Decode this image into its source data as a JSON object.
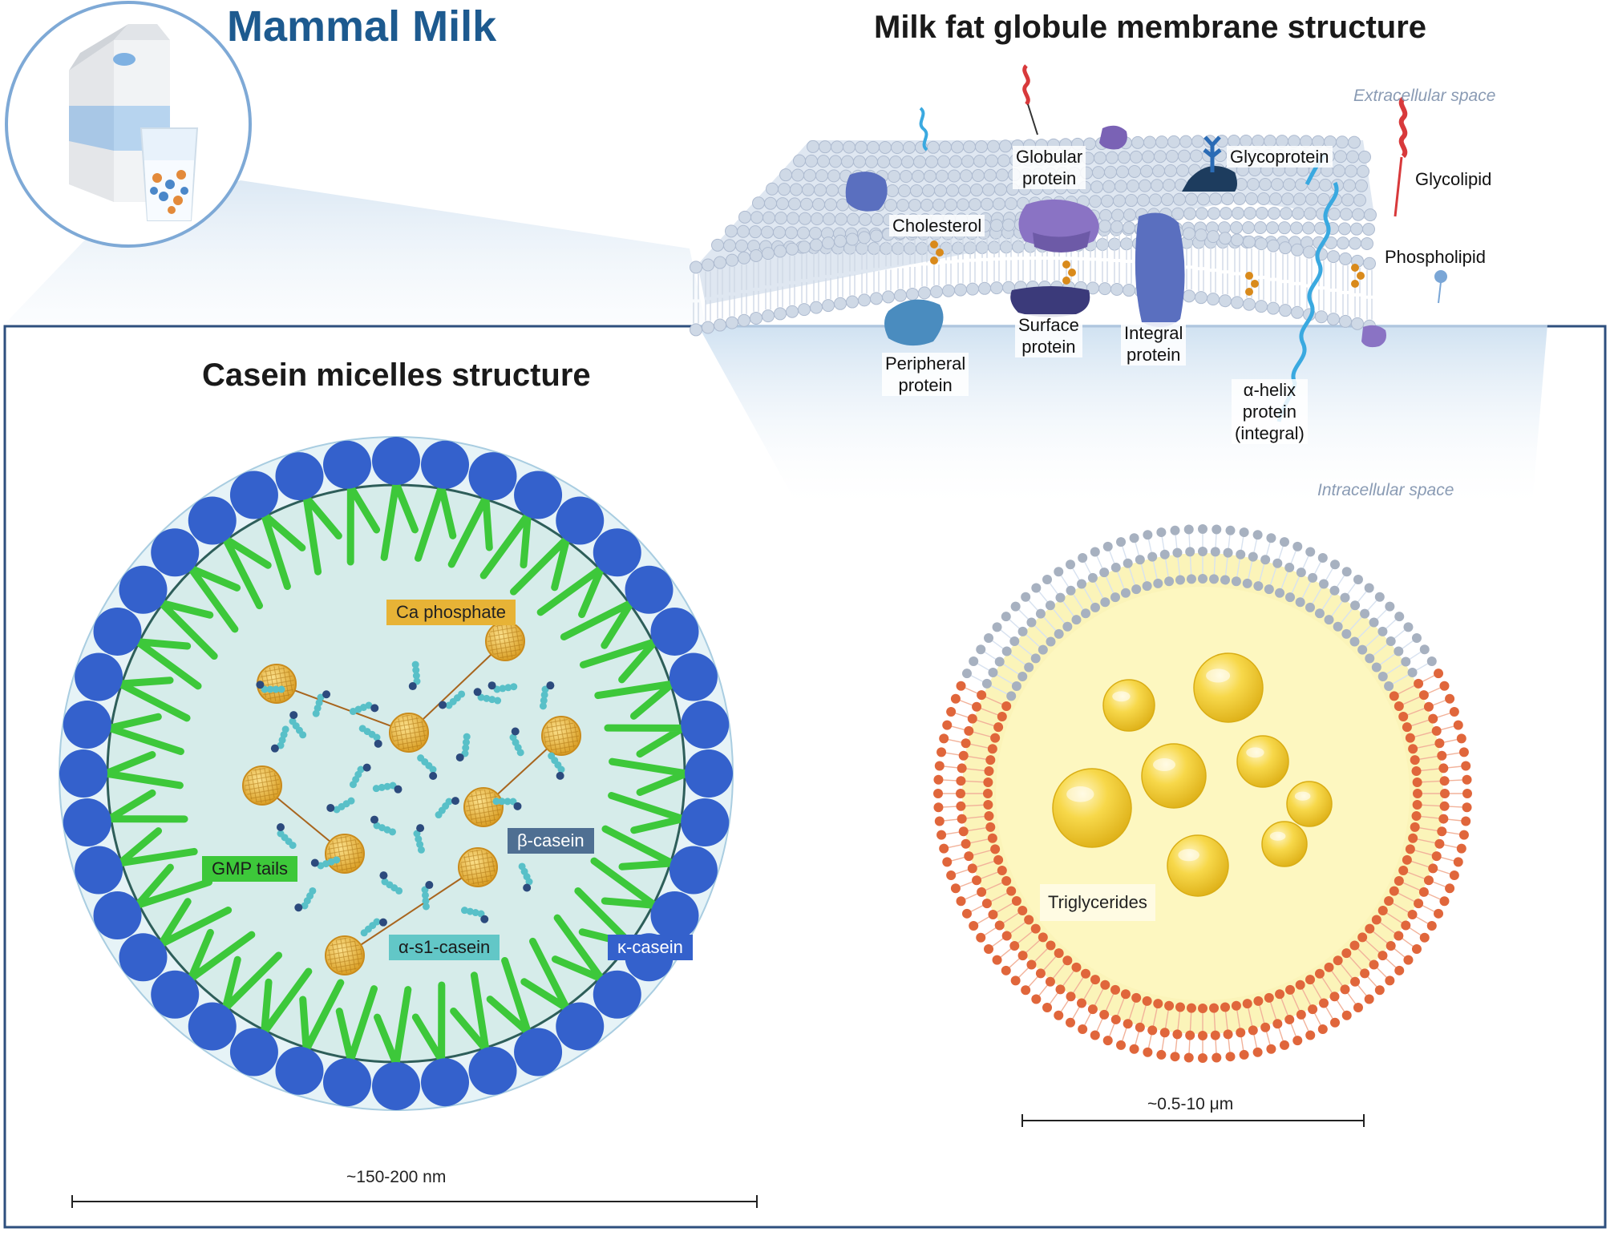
{
  "titles": {
    "mammal_milk": "Mammal Milk",
    "membrane": "Milk fat globule membrane structure",
    "casein": "Casein micelles structure"
  },
  "membrane_labels": {
    "extracellular": "Extracellular space",
    "intracellular": "Intracellular space",
    "globular_protein": "Globular\nprotein",
    "glycoprotein": "Glycoprotein",
    "glycolipid": "Glycolipid",
    "cholesterol": "Cholesterol",
    "phospholipid": "Phospholipid",
    "peripheral_protein": "Peripheral\nprotein",
    "surface_protein": "Surface\nprotein",
    "integral_protein": "Integral\nprotein",
    "alpha_helix_protein": "α-helix\nprotein\n(integral)"
  },
  "casein_labels": {
    "ca_phosphate": "Ca phosphate",
    "beta_casein": "β-casein",
    "gmp_tails": "GMP tails",
    "alpha_s1_casein": "α-s1-casein",
    "kappa_casein": "κ-casein"
  },
  "globule_labels": {
    "triglycerides": "Triglycerides"
  },
  "scales": {
    "casein": "~150-200 nm",
    "globule": "~0.5-10 μm"
  },
  "colors": {
    "title_blue": "#1d5a8f",
    "kappa_blue": "#3461cc",
    "gmp_green": "#3dc83a",
    "micelle_fill": "#d6ecea",
    "ca_phosphate_gold": "#e3a93a",
    "beta_casein_box": "#4f6f92",
    "alpha_casein_box": "#62c7c7",
    "phospholipid_orange": "#e0663b",
    "phospholipid_grey": "#a7b1c0",
    "triglyceride_yellow": "#f2cd32",
    "frame_blue": "#2e4f7e"
  }
}
